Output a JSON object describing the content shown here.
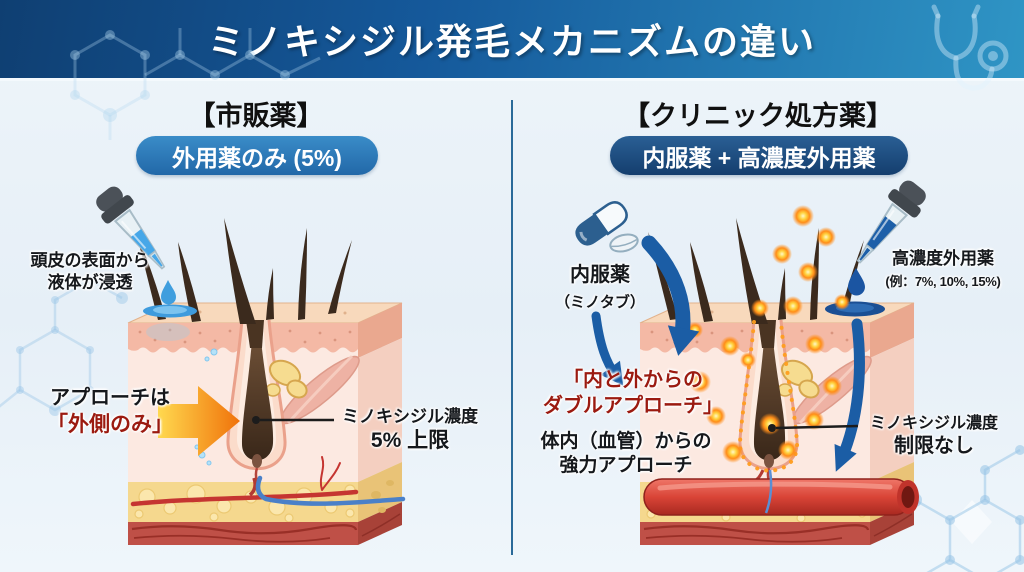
{
  "header": {
    "title": "ミノキシジル発毛メカニズムの違い"
  },
  "left": {
    "heading": "【市販薬】",
    "badge": "外用薬のみ (5%)",
    "dropper_note_line1": "頭皮の表面から",
    "dropper_note_line2": "液体が浸透",
    "approach_line1": "アプローチは",
    "approach_line2": "「外側のみ」",
    "callout_line1": "ミノキシジル濃度",
    "callout_line2": "5% 上限"
  },
  "right": {
    "heading": "【クリニック処方薬】",
    "badge": "内服薬 + 高濃度外用薬",
    "oral_label": "内服薬",
    "oral_sub": "（ミノタブ）",
    "topical_label": "高濃度外用薬",
    "topical_sub": "(例：7%, 10%, 15%)",
    "double_line1": "「内と外からの",
    "double_line2": "ダブルアプローチ」",
    "body_line1": "体内（血管）からの",
    "body_line2": "強力アプローチ",
    "callout_line1": "ミノキシジル濃度",
    "callout_line2": "制限なし"
  },
  "colors": {
    "header_gradient_start": "#0f3f72",
    "header_gradient_end": "#2f95c5",
    "badge_left": "#2268a8",
    "badge_right": "#143e6e",
    "accent_red": "#9b1a10",
    "arrow_orange": "#f0720a",
    "arrow_blue": "#1b5da5",
    "divider": "#2a6a99"
  }
}
